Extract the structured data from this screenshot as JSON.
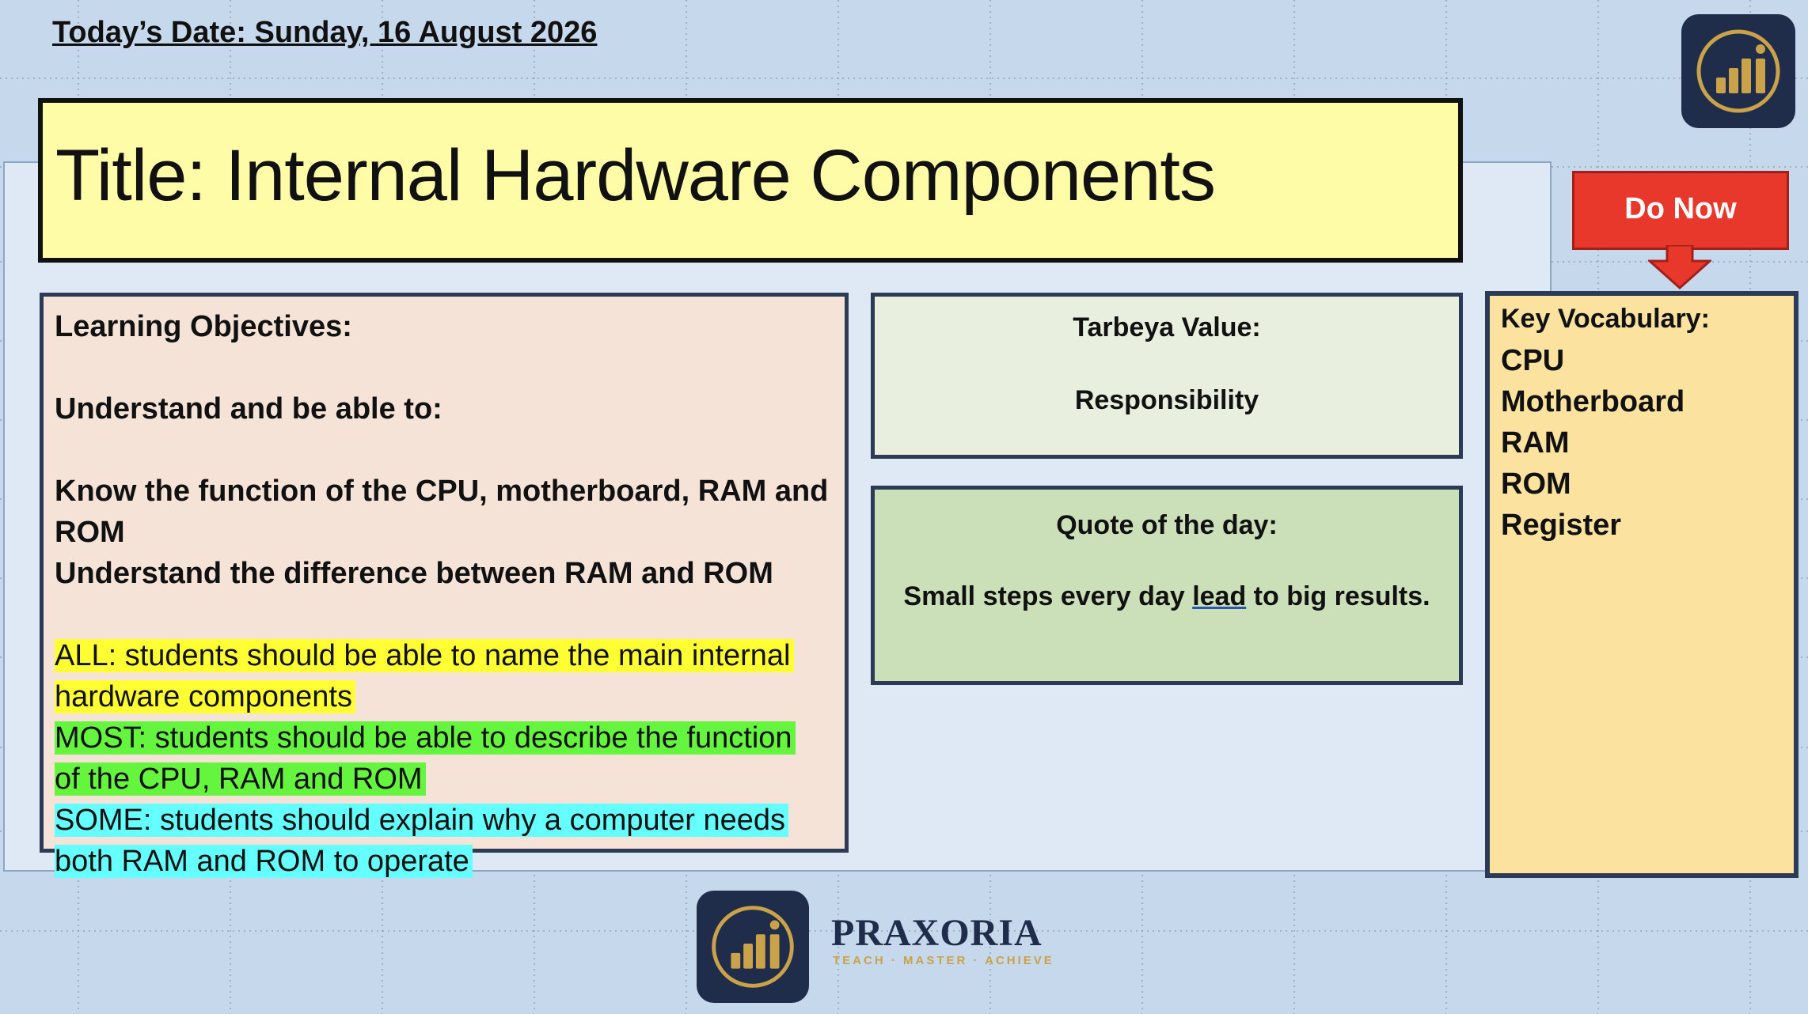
{
  "header": {
    "date": "Today’s Date: Sunday, 16 August 2026",
    "title": "Title: Internal Hardware Components"
  },
  "do_now": {
    "label": "Do Now"
  },
  "objectives": {
    "heading": "Learning Objectives:",
    "intro": "Understand and be able to:",
    "item1_line1": "Know the function of the CPU, motherboard, RAM and",
    "item1_line2": "ROM",
    "item2": "Understand the difference between RAM and ROM",
    "all_line1": "ALL: students should be able to name the main internal",
    "all_line2": "hardware components",
    "most_line1": "MOST: students should be able to describe the function",
    "most_line2": "of the CPU, RAM and ROM",
    "some_line1": "SOME: students should explain why a computer needs",
    "some_line2": "both RAM and ROM to operate"
  },
  "tarbeya": {
    "label": "Tarbeya Value:",
    "value": "Responsibility"
  },
  "quote": {
    "label": "Quote of the day:",
    "before": "Small steps every day ",
    "underlined": "lead",
    "after": " to big results."
  },
  "vocabulary": {
    "label": "Key Vocabulary:",
    "items": [
      "CPU",
      "Motherboard",
      "RAM",
      "ROM",
      "Register"
    ]
  },
  "brand": {
    "name": "PRAXORIA",
    "tagline": "TEACH · MASTER · ACHIEVE",
    "icon": "bar-chart-logo-icon"
  },
  "colors": {
    "background": "#c5d8ec",
    "title_fill": "#fffca8",
    "do_now_red": "#e8382b",
    "objectives_fill": "#f5e3d8",
    "tarbeya_fill": "#e8efdf",
    "quote_fill": "#cbdfb8",
    "vocab_fill": "#fbe29f",
    "highlight_all": "#ffff33",
    "highlight_most": "#66f53e",
    "highlight_some": "#66ffff",
    "brand_navy": "#1f2d4a",
    "brand_gold": "#c9a24a"
  }
}
